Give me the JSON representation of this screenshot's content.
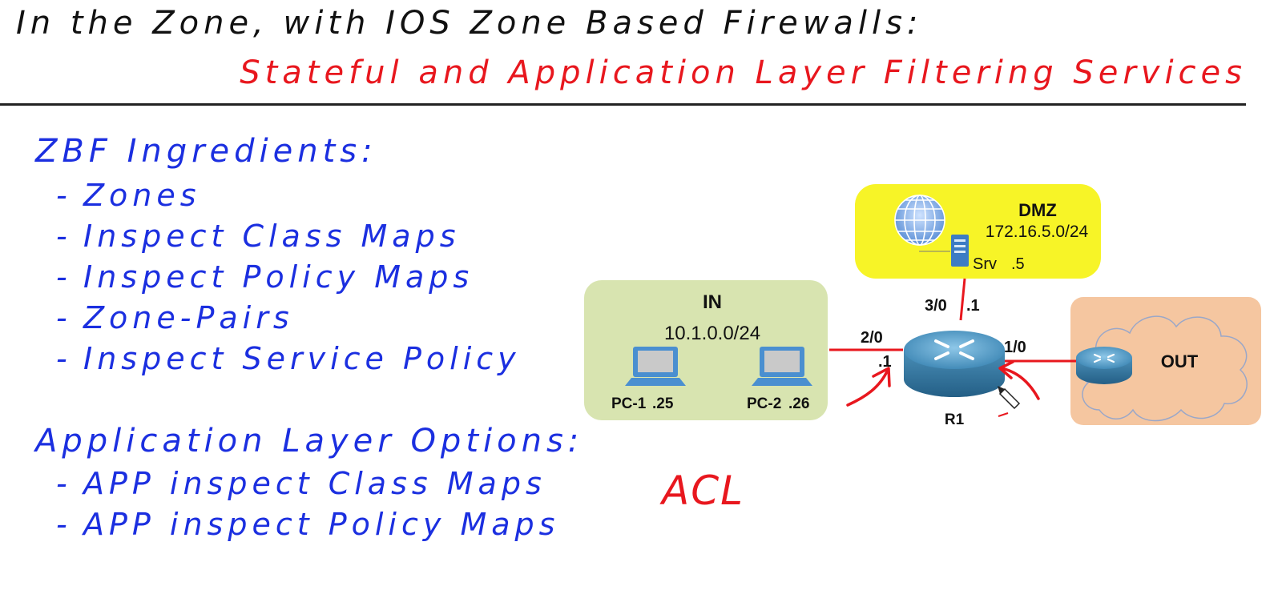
{
  "title": {
    "line1": "In the Zone, with IOS Zone Based Firewalls:",
    "line2": "Stateful and Application Layer Filtering Services"
  },
  "ingredients": {
    "heading": "ZBF Ingredients:",
    "bullet": "-",
    "items": [
      "Zones",
      "Inspect Class Maps",
      "Inspect Policy Maps",
      "Zone-Pairs",
      "Inspect Service Policy"
    ]
  },
  "app_options": {
    "heading": "Application Layer Options:",
    "bullet": "-",
    "items": [
      "APP inspect Class Maps",
      "APP inspect Policy Maps"
    ]
  },
  "annotation": {
    "acl": "ACL"
  },
  "topology": {
    "in_zone": {
      "name": "IN",
      "subnet": "10.1.0.0/24",
      "color": "#d8e4b0",
      "hosts": [
        {
          "name": "PC-1",
          "addr": ".25"
        },
        {
          "name": "PC-2",
          "addr": ".26"
        }
      ]
    },
    "dmz_zone": {
      "name": "DMZ",
      "subnet": "172.16.5.0/24",
      "color": "#f7f427",
      "server": {
        "name": "Srv",
        "addr": ".5"
      }
    },
    "out_zone": {
      "name": "OUT",
      "color": "#f5c6a0"
    },
    "router": {
      "name": "R1",
      "interfaces": {
        "in_if": "2/0",
        "in_addr": ".1",
        "dmz_if": "3/0",
        "dmz_addr": ".1",
        "out_if": "1/0"
      }
    },
    "link_color": "#e8171e"
  },
  "colors": {
    "title": "#111111",
    "accent_red": "#e8171e",
    "handwriting_blue": "#1b2fe0"
  }
}
